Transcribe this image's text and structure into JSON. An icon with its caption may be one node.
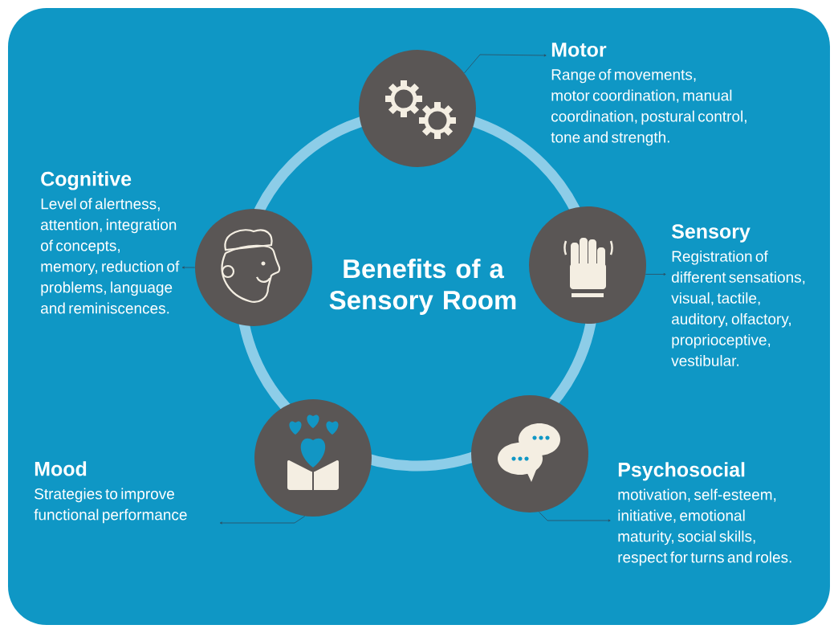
{
  "diagram": {
    "title": "Benefits of a Sensory Room",
    "nodes": [
      {
        "text": [],
        "shape": "circle"
      },
      {
        "text": [
          "Motor",
          "Range of movements, motor coordination, manual coordination, postural control, tone and strength."
        ]
      },
      {
        "text": [],
        "shape": "circle"
      },
      {
        "text": [
          "Cognitive",
          "Level of alertness, attention, integration of concepts, memory, reduction of problems, language and reminiscences."
        ]
      },
      {
        "text": [],
        "shape": "circle"
      },
      {
        "text": [
          "Sensory",
          "Registration of different sensations, visual, tactile, auditory, olfactory, proprioceptive, vestibular."
        ]
      },
      {
        "text": [],
        "shape": "circle"
      },
      {
        "text": [
          "Mood",
          "Strategies to improve functional performance"
        ]
      },
      {
        "text": [],
        "shape": "circle"
      },
      {
        "text": [
          "Psychosocial",
          "motivation, self-esteem, initiative, emotional maturity, social skills, respect for turns and roles."
        ]
      }
    ],
    "edges": [
      {
        "from": 0,
        "to": 1,
        "arrow": "to"
      },
      {
        "from": 2,
        "to": 3,
        "arrow": "to"
      },
      {
        "from": 4,
        "to": 5,
        "arrow": "to"
      },
      {
        "from": 6,
        "to": 7,
        "arrow": "to"
      },
      {
        "from": 8,
        "to": 9,
        "arrow": "to"
      }
    ]
  }
}
